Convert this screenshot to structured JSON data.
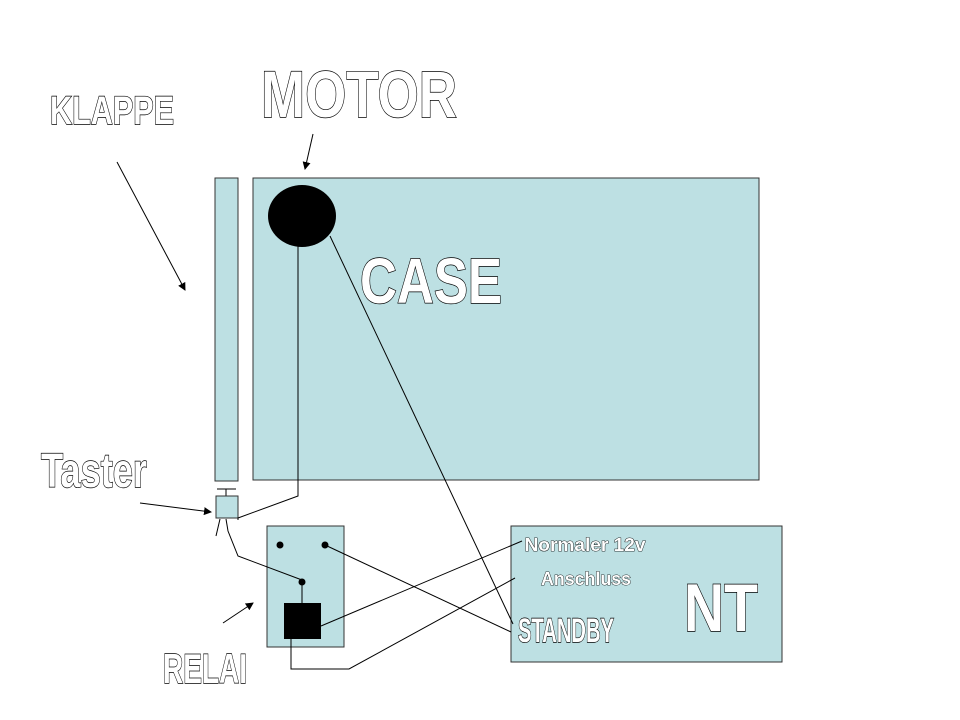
{
  "labels": {
    "klappe": "KLAPPE",
    "motor": "MOTOR",
    "case": "CASE",
    "taster": "Taster",
    "relai": "RELAI",
    "nt": "NT",
    "normaler_line1": "Normaler 12v",
    "normaler_line2": "Anschluss",
    "standby": "STANDBY"
  },
  "colors": {
    "box_fill": "#bde0e3",
    "outline": "#333333",
    "wire": "#000000"
  }
}
